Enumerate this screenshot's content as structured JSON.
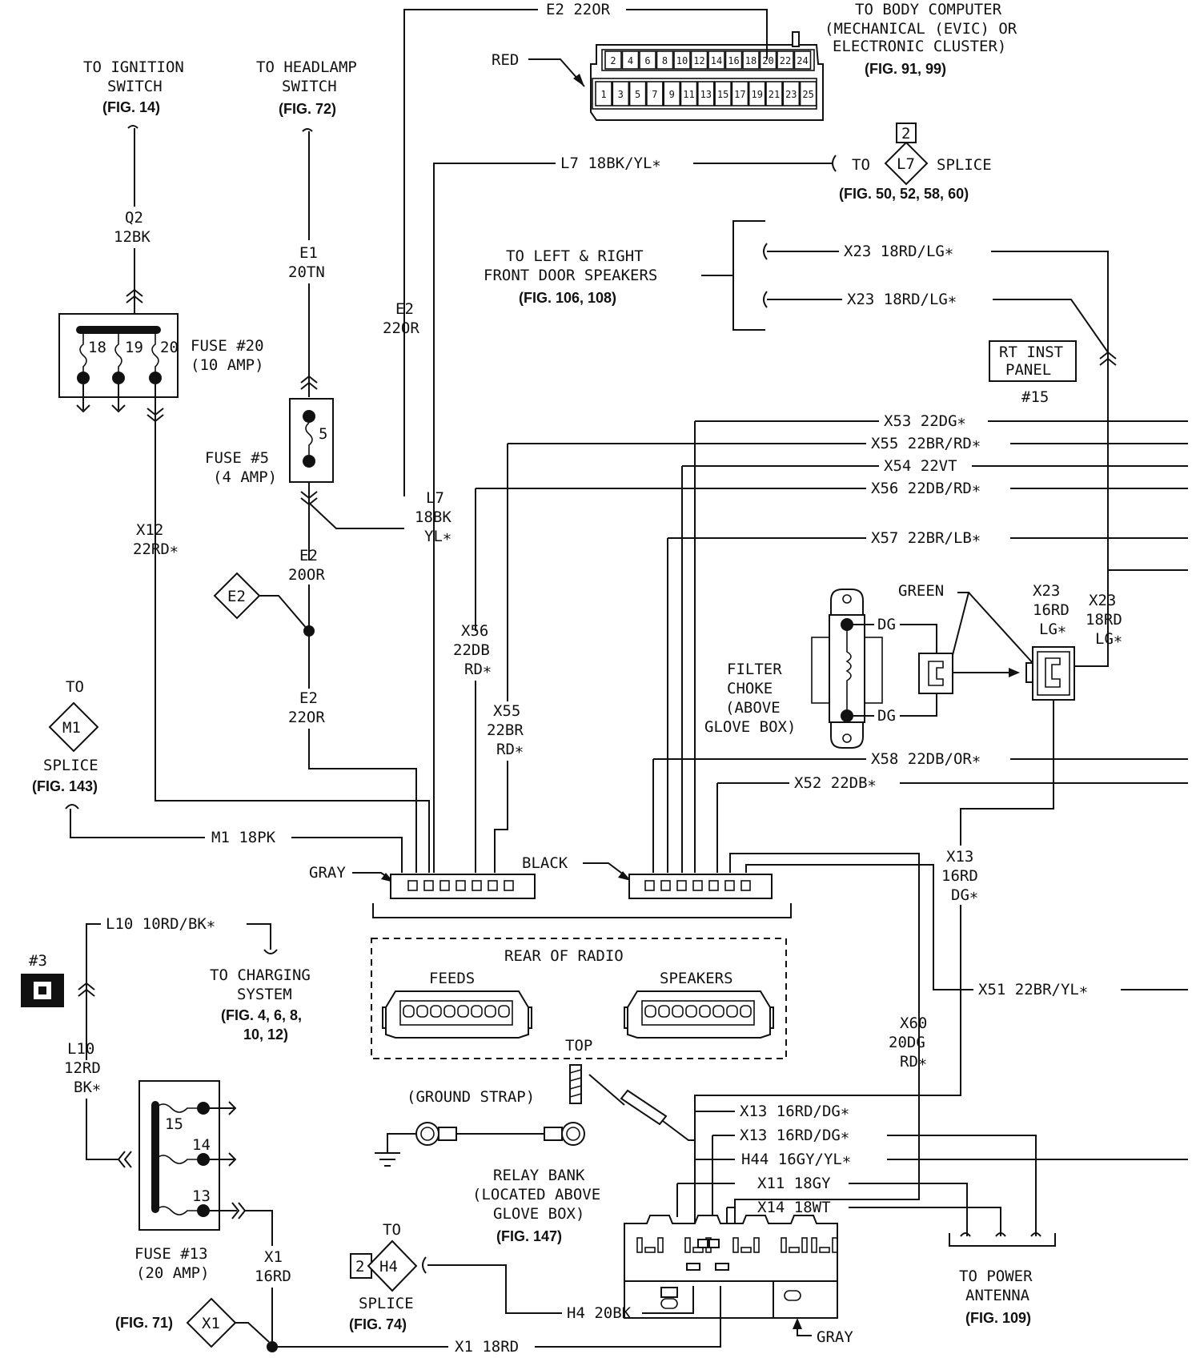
{
  "labels": {
    "body_computer": [
      "TO BODY COMPUTER",
      "(MECHANICAL (EVIC) OR",
      "ELECTRONIC CLUSTER)"
    ],
    "body_computer_fig": "(FIG. 91, 99)",
    "e2_top": "E2 22OR",
    "red": "RED",
    "ignition": [
      "TO IGNITION",
      "SWITCH"
    ],
    "ignition_fig": "(FIG. 14)",
    "headlamp": [
      "TO HEADLAMP",
      "SWITCH"
    ],
    "headlamp_fig": "(FIG. 72)",
    "l7_wire": "L7 18BK/YL∗",
    "to_splice_to": "TO",
    "splice_word": "SPLICE",
    "l7_diamond": "L7",
    "l7_box_num": "2",
    "l7_fig": "(FIG. 50, 52, 58, 60)",
    "q2": [
      "Q2",
      "12BK"
    ],
    "e1": [
      "E1",
      "20TN"
    ],
    "e2_vert": [
      "E2",
      "22OR"
    ],
    "speakers": [
      "TO LEFT & RIGHT",
      "FRONT DOOR SPEAKERS"
    ],
    "speakers_fig": "(FIG. 106, 108)",
    "x23_a": "X23 18RD/LG∗",
    "x23_b": "X23 18RD/LG∗",
    "fuse_block_pins": [
      "18",
      "19",
      "20"
    ],
    "fuse20": [
      "FUSE #20",
      "(10 AMP)"
    ],
    "rt_inst": [
      "RT INST",
      "PANEL"
    ],
    "rt_num": "#15",
    "fuse5_num": "5",
    "fuse5": [
      "FUSE #5",
      "(4 AMP)"
    ],
    "x53": "X53 22DG∗",
    "x55h": "X55 22BR/RD∗",
    "x54": "X54 22VT",
    "x56h": "X56 22DB/RD∗",
    "x57": "X57 22BR/LB∗",
    "x12": [
      "X12",
      "22RD∗"
    ],
    "l7_vert": [
      "L7",
      "18BK",
      "YL∗"
    ],
    "e2_mid": [
      "E2",
      "20OR"
    ],
    "e2_diamond": "E2",
    "green": "GREEN",
    "x23_16": [
      "X23",
      "16RD",
      "LG∗"
    ],
    "x23_18": [
      "X23",
      "18RD",
      "LG∗"
    ],
    "dg1": "DG",
    "dg2": "DG",
    "filter_choke": [
      "FILTER",
      "CHOKE",
      "(ABOVE",
      "GLOVE BOX)"
    ],
    "x56v": [
      "X56",
      "22DB",
      "RD∗"
    ],
    "x55v": [
      "X55",
      "22BR",
      "RD∗"
    ],
    "to_m1": "TO",
    "m1_diamond": "M1",
    "splice_m1": "SPLICE",
    "m1_fig": "(FIG. 143)",
    "e2_low": [
      "E2",
      "22OR"
    ],
    "x58": "X58 22DB/OR∗",
    "x52": "X52 22DB∗",
    "m1_wire": "M1 18PK",
    "gray": "GRAY",
    "black": "BLACK",
    "x13v": [
      "X13",
      "16RD",
      "DG∗"
    ],
    "l10_wire": "L10 10RD/BK∗",
    "num3": "#3",
    "charging": [
      "TO CHARGING",
      "SYSTEM"
    ],
    "charging_fig": [
      "(FIG. 4, 6, 8,",
      "10, 12)"
    ],
    "rear_radio": "REAR OF RADIO",
    "feeds": "FEEDS",
    "speakers_conn": "SPEAKERS",
    "x51": "X51 22BR/YL∗",
    "x60": [
      "X60",
      "20DG",
      "RD∗"
    ],
    "top": "TOP",
    "l10v": [
      "L10",
      "12RD",
      "BK∗"
    ],
    "ground_strap": "(GROUND STRAP)",
    "x13a": "X13 16RD/DG∗",
    "x13b": "X13 16RD/DG∗",
    "h44": "H44 16GY/YL∗",
    "x11": "X11 18GY",
    "x14": "X14 18WT",
    "fuse13_pins": [
      "15",
      "14",
      "13"
    ],
    "relay": [
      "RELAY BANK",
      "(LOCATED ABOVE",
      "GLOVE BOX)"
    ],
    "relay_fig": "(FIG. 147)",
    "power_antenna": [
      "TO POWER",
      "ANTENNA"
    ],
    "antenna_fig": "(FIG. 109)",
    "fuse13": [
      "FUSE #13",
      "(20 AMP)"
    ],
    "to_h4": "TO",
    "h4_box": "2",
    "h4_diamond": "H4",
    "splice_h4": "SPLICE",
    "h4_fig": "(FIG. 74)",
    "h4_wire": "H4 20BK",
    "x1v": [
      "X1",
      "16RD"
    ],
    "x1_fig": "(FIG. 71)",
    "x1_diamond": "X1",
    "x1_wire": "X1 18RD",
    "gray_relay": "GRAY"
  },
  "connector_pins": {
    "top_row": [
      "2",
      "4",
      "6",
      "8",
      "10",
      "12",
      "14",
      "16",
      "18",
      "20",
      "22",
      "24"
    ],
    "bottom_row": [
      "1",
      "3",
      "5",
      "7",
      "9",
      "11",
      "13",
      "15",
      "17",
      "19",
      "21",
      "23",
      "25"
    ]
  }
}
